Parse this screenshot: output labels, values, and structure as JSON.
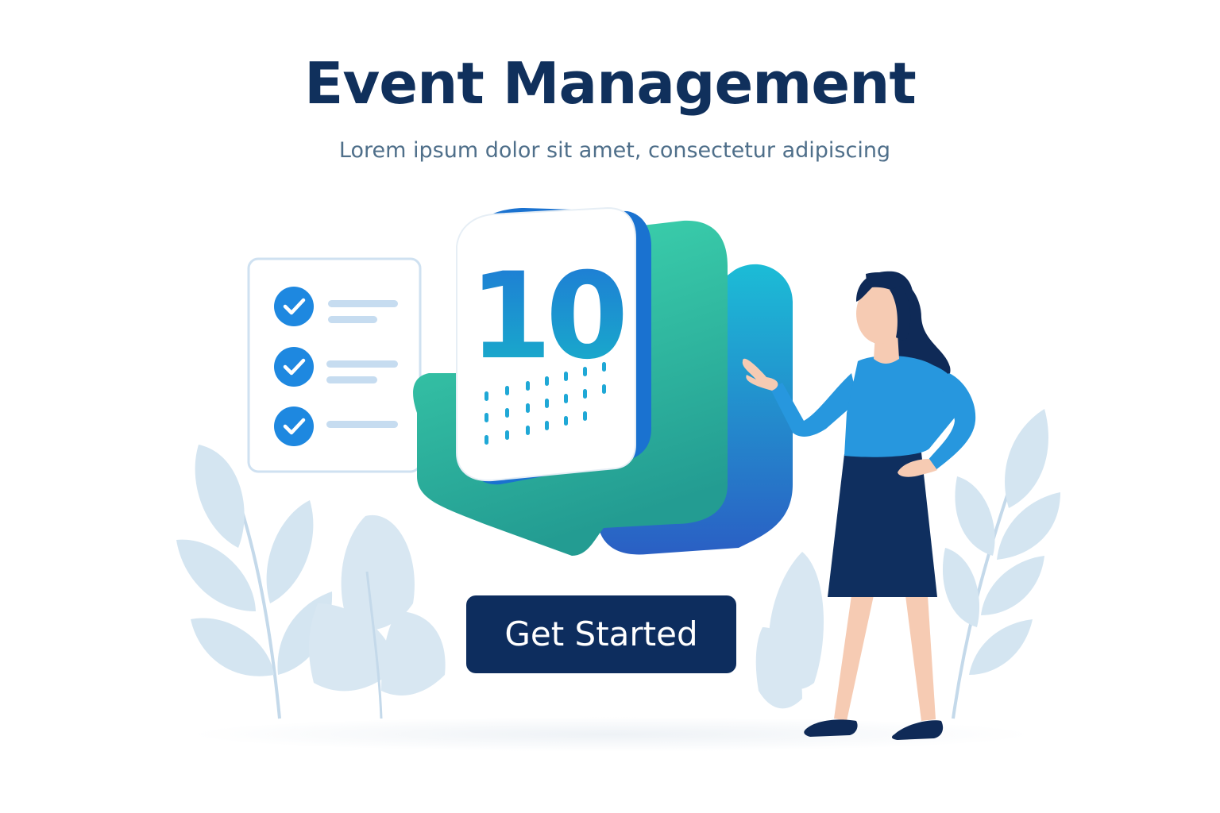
{
  "hero": {
    "title": "Event Management",
    "subtitle": "Lorem ipsum dolor sit amet, consectetur adipiscing",
    "cta_label": "Get Started"
  },
  "calendar": {
    "day_number": "10"
  },
  "checklist": {
    "items_checked": 3
  },
  "colors": {
    "title": "#10305c",
    "subtitle": "#4f6f8a",
    "button": "#0d2d5e",
    "accent_green": "#3bd1ad",
    "accent_blue": "#1e88e0",
    "leaf": "#d4e5f1"
  },
  "icons": [
    "check-circle-icon",
    "calendar-icon"
  ]
}
